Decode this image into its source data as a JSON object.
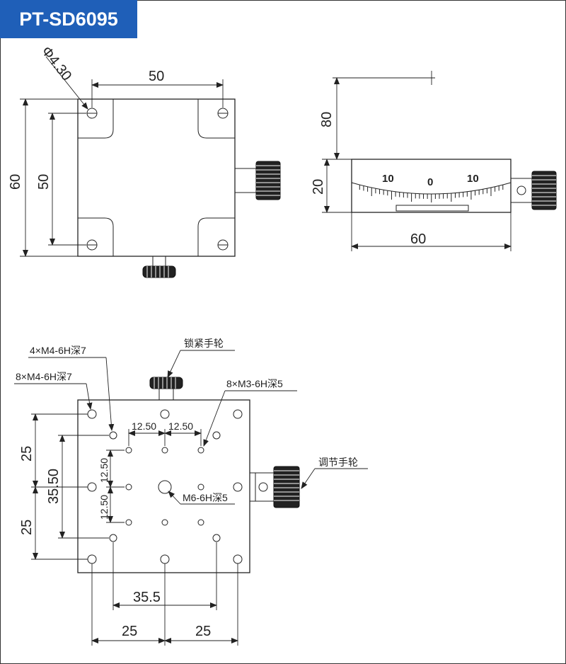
{
  "title": "PT-SD6095",
  "top_view": {
    "hole_dia": "Φ4.30",
    "dim_top": "50",
    "dim_left_outer": "60",
    "dim_left_inner": "50"
  },
  "side_view": {
    "dim_80": "80",
    "dim_20": "20",
    "dim_60": "60",
    "scale_left": "10",
    "scale_center": "0",
    "scale_right": "10"
  },
  "bottom_view": {
    "label_4m4": "4×M4-6H深7",
    "label_8m4": "8×M4-6H深7",
    "label_lock": "锁紧手轮",
    "label_8m3": "8×M3-6H深5",
    "label_adjust": "调节手轮",
    "label_m6": "M6-6H深5",
    "dim_1250_a": "12.50",
    "dim_1250_b": "12.50",
    "dim_1250_c": "12.50",
    "dim_1250_d": "12.50",
    "dim_25_left_top": "25",
    "dim_3550": "35.50",
    "dim_25_left_bottom": "25",
    "dim_355": "35.5",
    "dim_25_bottom_left": "25",
    "dim_25_bottom_right": "25"
  },
  "colors": {
    "badge": "#1f5fb8",
    "line": "#222222"
  }
}
